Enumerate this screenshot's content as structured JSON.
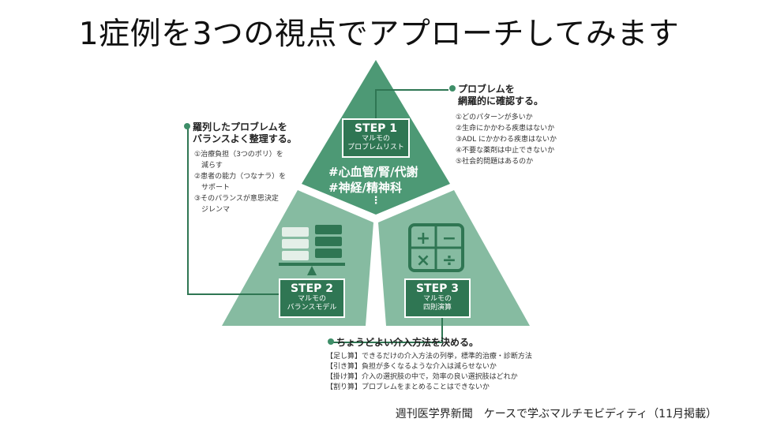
{
  "title": "1症例を3つの視点でアプローチしてみます",
  "colors": {
    "dark_green": "#2f7653",
    "mid_green": "#4d9975",
    "light_green": "#86bba1",
    "pale_green": "#bcd9c9"
  },
  "step1": {
    "step": "STEP 1",
    "sub1": "マルモの",
    "sub2": "プロブレムリスト"
  },
  "step2": {
    "step": "STEP 2",
    "sub1": "マルモの",
    "sub2": "バランスモデル"
  },
  "step3": {
    "step": "STEP 3",
    "sub1": "マルモの",
    "sub2": "四則演算"
  },
  "tags": [
    "#心血管/腎/代謝",
    "#神経/精神科",
    "⋮"
  ],
  "callout_right": {
    "head1": "プロブレムを",
    "head2": "網羅的に確認する。",
    "items": [
      "①どのパターンが多いか",
      "②生命にかかわる疾患はないか",
      "③ADL にかかわる疾患はないか",
      "④不要な薬剤は中止できないか",
      "⑤社会的問題はあるのか"
    ]
  },
  "callout_left": {
    "head1": "羅列したプロブレムを",
    "head2": "バランスよく整理する。",
    "items": [
      "①治療負担（3つのポリ）を",
      "　減らす",
      "②患者の能力（つなナラ）を",
      "　サポート",
      "③そのバランスが意思決定",
      "　ジレンマ"
    ]
  },
  "callout_bottom": {
    "head": "ちょうどよい介入方法を決める。",
    "items": [
      "【足し算】できるだけの介入方法の列挙，標準的治療・診断方法",
      "【引き算】負担が多くなるような介入は減らせないか",
      "【掛け算】介入の選択肢の中で，効率の良い選択肢はどれか",
      "【割り算】プロブレムをまとめることはできないか"
    ]
  },
  "math_symbols": [
    "+",
    "−",
    "×",
    "÷"
  ],
  "source": "週刊医学界新聞　ケースで学ぶマルチモビディティ（11月掲載）"
}
